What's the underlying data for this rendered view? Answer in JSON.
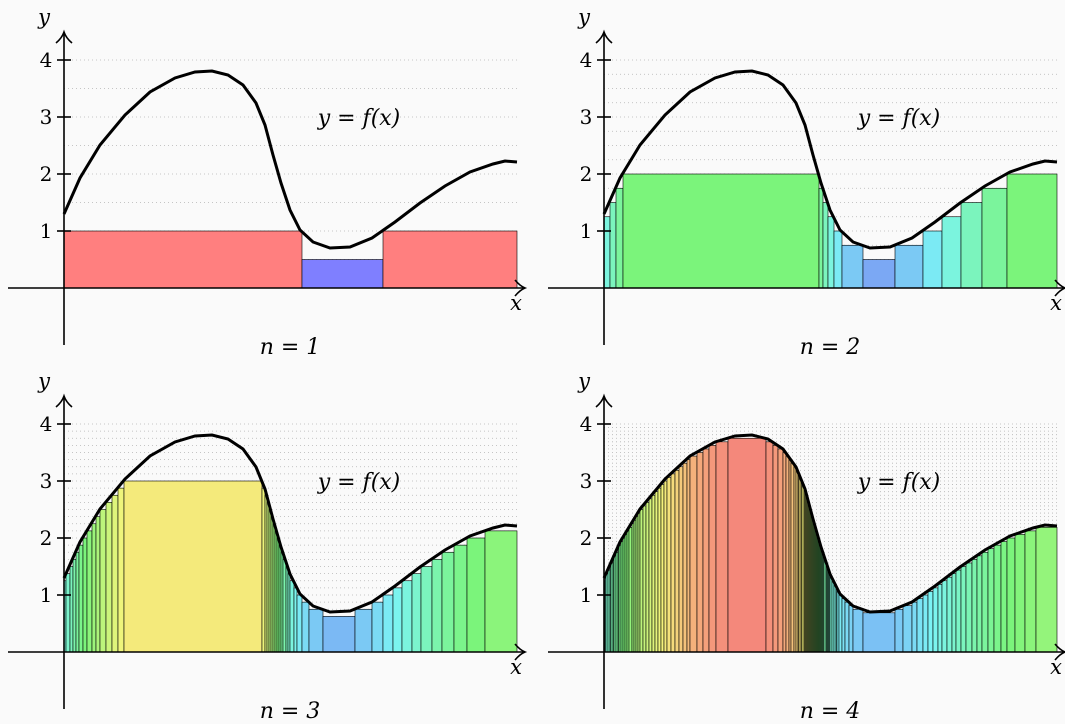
{
  "function_label": "y = f(x)",
  "x_axis_label": "x",
  "y_axis_label": "y",
  "y_ticks": [
    "1",
    "2",
    "3",
    "4"
  ],
  "colors": {
    "curve": "#000000",
    "grid": "#b4b4b4",
    "background": "#fafafa",
    "level_1": "#ff7f7f",
    "level_0.5": "#7f7fff"
  },
  "panels": [
    {
      "caption": "n = 1",
      "n": 1
    },
    {
      "caption": "n = 2",
      "n": 2
    },
    {
      "caption": "n = 3",
      "n": 3
    },
    {
      "caption": "n = 4",
      "n": 4
    }
  ]
}
